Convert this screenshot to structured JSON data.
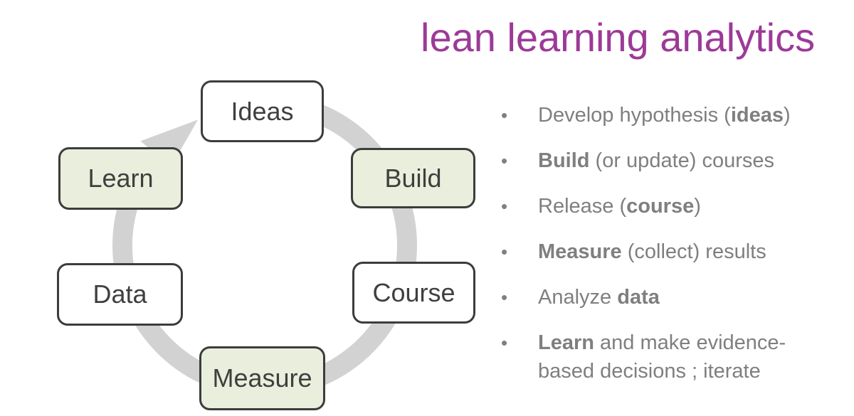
{
  "title": {
    "text": "lean learning analytics"
  },
  "colors": {
    "title": "#9c3a97",
    "ring": "#d2d2d2",
    "node_border": "#3c3c3c",
    "green_fill": "#e9efdc",
    "white_fill": "#ffffff",
    "node_label": "#3f3f3f",
    "bullet_text": "#7f7f7f"
  },
  "diagram": {
    "type": "cycle",
    "direction": "clockwise",
    "nodes": [
      {
        "label": "Ideas",
        "variant": "white"
      },
      {
        "label": "Build",
        "variant": "green"
      },
      {
        "label": "Course",
        "variant": "white"
      },
      {
        "label": "Measure",
        "variant": "green"
      },
      {
        "label": "Data",
        "variant": "white"
      },
      {
        "label": "Learn",
        "variant": "green"
      }
    ]
  },
  "bullet_char": "•",
  "bullets": [
    {
      "segments": [
        {
          "t": "Develop hypothesis (",
          "b": false
        },
        {
          "t": "ideas",
          "b": true
        },
        {
          "t": ")",
          "b": false
        }
      ]
    },
    {
      "segments": [
        {
          "t": "Build",
          "b": true
        },
        {
          "t": " (or update) courses",
          "b": false
        }
      ]
    },
    {
      "segments": [
        {
          "t": "Release (",
          "b": false
        },
        {
          "t": "course",
          "b": true
        },
        {
          "t": ")",
          "b": false
        }
      ]
    },
    {
      "segments": [
        {
          "t": "Measure",
          "b": true
        },
        {
          "t": " (collect) results",
          "b": false
        }
      ]
    },
    {
      "segments": [
        {
          "t": "Analyze ",
          "b": false
        },
        {
          "t": "data",
          "b": true
        }
      ]
    },
    {
      "segments": [
        {
          "t": "Learn",
          "b": true
        },
        {
          "t": " and make evidence-",
          "b": false
        },
        {
          "t": "based decisions ; iterate",
          "b": false
        }
      ]
    }
  ]
}
